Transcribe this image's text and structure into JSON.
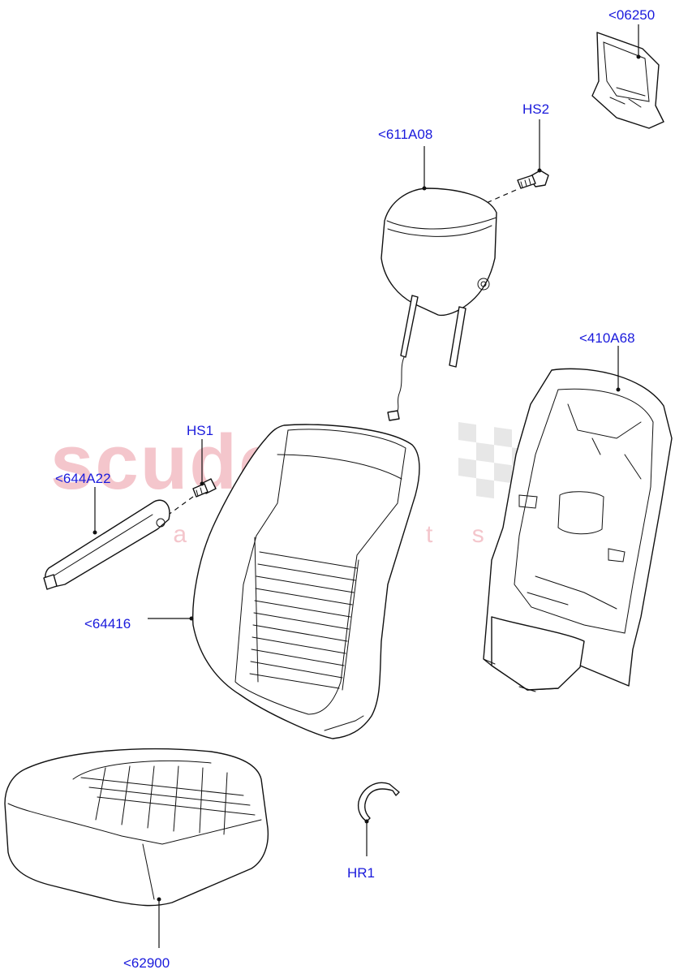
{
  "watermark": {
    "brand": "scuderia",
    "sub": "c a r   p a r t s",
    "color": "#f4c6cc"
  },
  "callout_color": "#1a1adc",
  "callouts": {
    "c06250": "<06250",
    "hs2": "HS2",
    "c611a08": "<611A08",
    "c410a68": "<410A68",
    "hs1": "HS1",
    "c644a22": "<644A22",
    "c64416": "<64416",
    "hr1": "HR1",
    "c62900": "<62900"
  }
}
